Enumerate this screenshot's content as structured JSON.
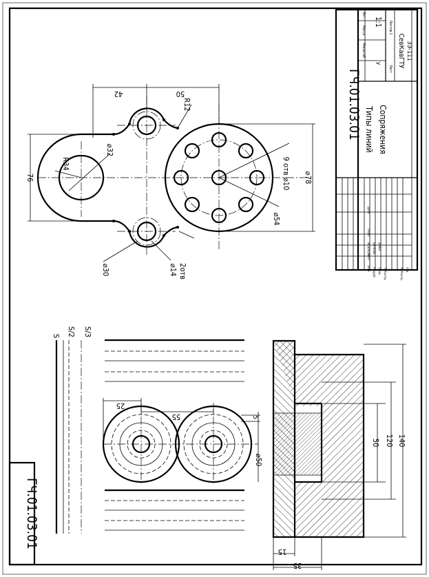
{
  "designation": "ГЧ.01.03.01",
  "corner_stamp": "ГЧ.01.03.01",
  "title_block": {
    "name_line1": "Типы линий",
    "name_line2": "Сопряжения",
    "org_line1": "СевКавГТУ",
    "org_line2": "ЗЭ-111",
    "col_lit": "Лит.",
    "col_mass": "Масса",
    "col_scale": "Масштаб",
    "scale": "1:1",
    "letter": "У",
    "sheet": "Лист",
    "sheets": "Листов 1",
    "rows": [
      "Изм.",
      "Лист",
      "№ докум.",
      "Подп.",
      "Дата"
    ],
    "roles": [
      "Разраб.",
      "Пров.",
      "Т. Контр.",
      "Н. Контр.",
      "Утв."
    ],
    "name_cell": "Бочкова",
    "name_cell2": "Дреш"
  },
  "line_types": {
    "s": "S",
    "s2": "S/2",
    "s3": "S/3"
  },
  "dims_plate": {
    "d42": "42",
    "d50": "50",
    "r12": "R12",
    "r34": "R34",
    "d32": "⌀32",
    "d76": "76",
    "holes": "9 отв ⌀10",
    "d78": "⌀78",
    "d54": "⌀54",
    "d30": "⌀30",
    "d14": "⌀14",
    "two_holes": "2отв"
  },
  "dims_part": {
    "d25": "25",
    "d55": "55",
    "d5": "5",
    "d50c": "⌀50",
    "d50": "50",
    "d120": "120",
    "d140": "140",
    "d15": "15",
    "d35": "35"
  }
}
